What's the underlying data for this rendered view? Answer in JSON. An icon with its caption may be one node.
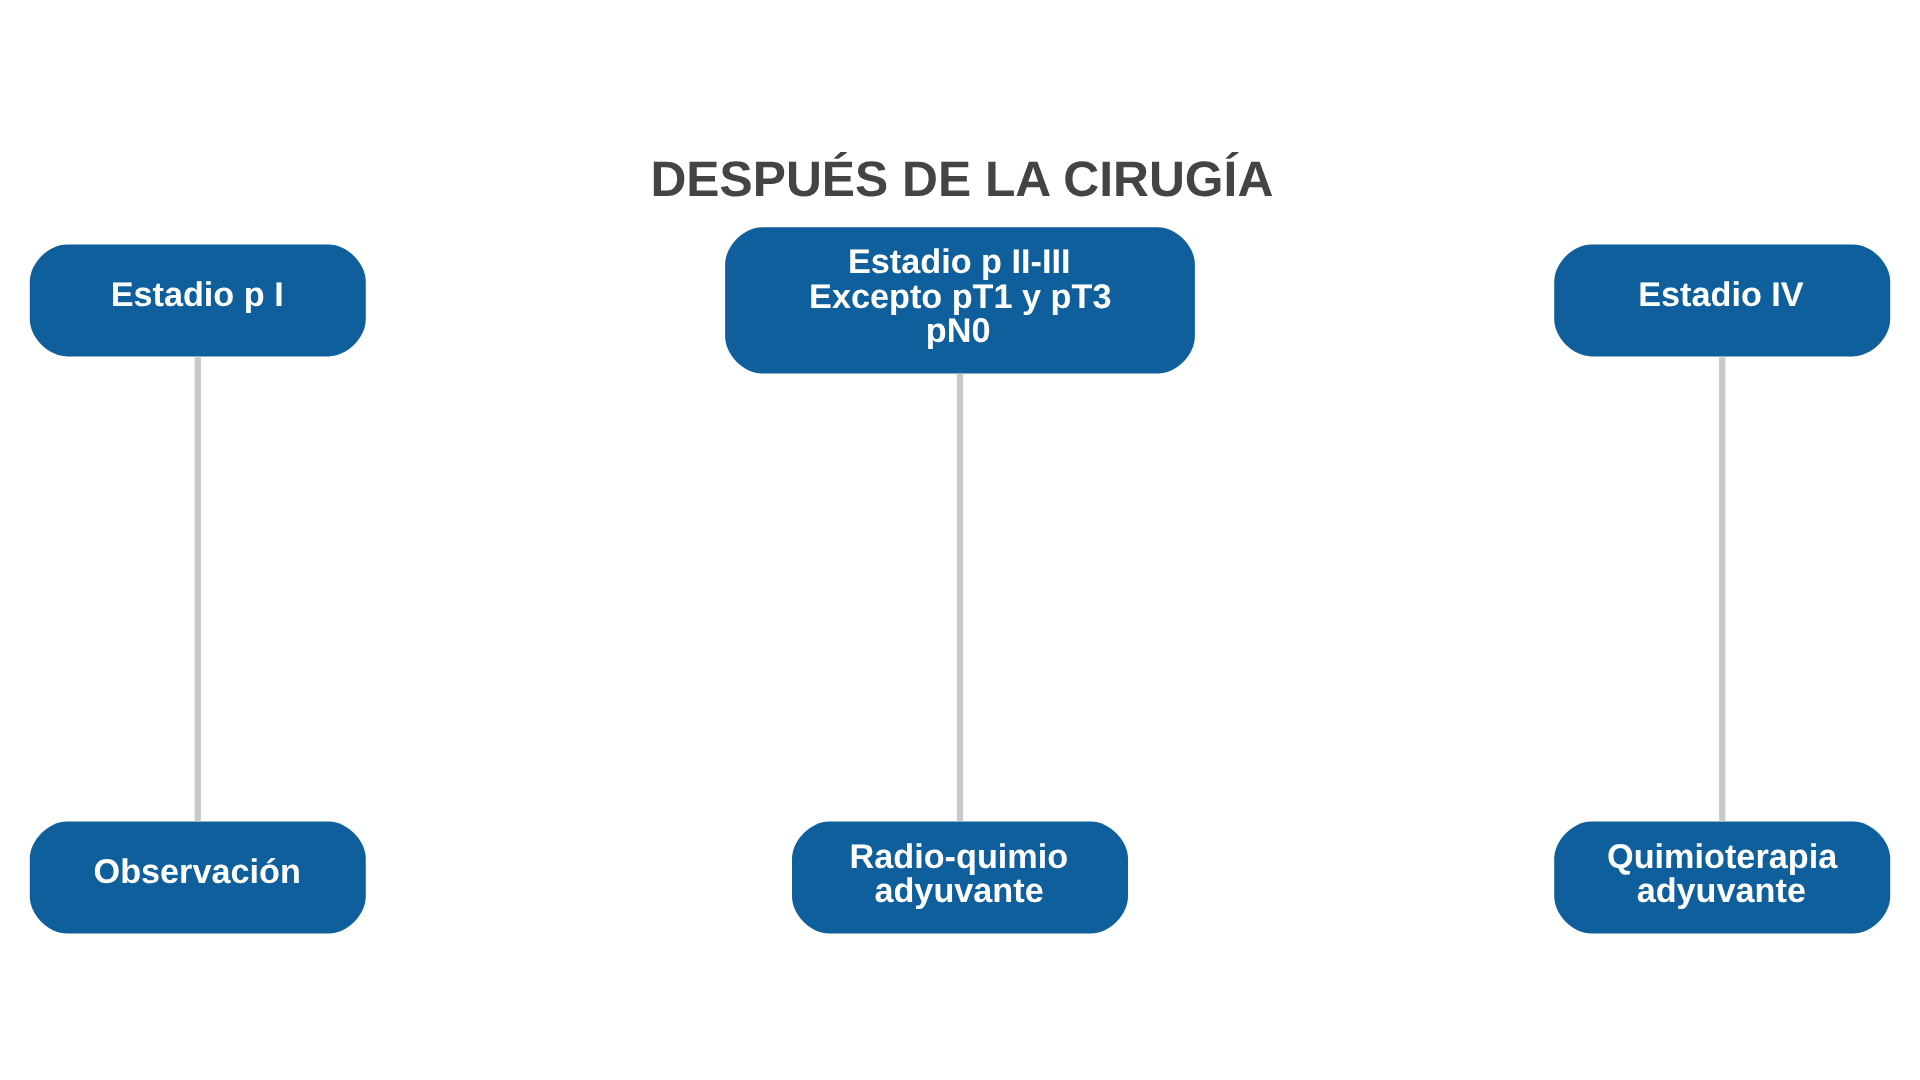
{
  "diagram": {
    "title": "DESPUÉS DE LA CIRUGÍA",
    "nodes": [
      {
        "text": [
          "Estadio p I"
        ]
      },
      {
        "text": [
          "Estadio p II-III Excepto pT1 y pT3 pN0"
        ]
      },
      {
        "text": [
          "Estadio IV"
        ]
      },
      {
        "text": [
          "Observación"
        ]
      },
      {
        "text": [
          "Radio-quimio adyuvante"
        ]
      },
      {
        "text": [
          "Quimioterapia adyuvante"
        ]
      }
    ],
    "edges": [
      {
        "from": 0,
        "to": 3,
        "arrow": "none"
      },
      {
        "from": 1,
        "to": 4,
        "arrow": "none"
      },
      {
        "from": 2,
        "to": 5,
        "arrow": "none"
      }
    ]
  }
}
